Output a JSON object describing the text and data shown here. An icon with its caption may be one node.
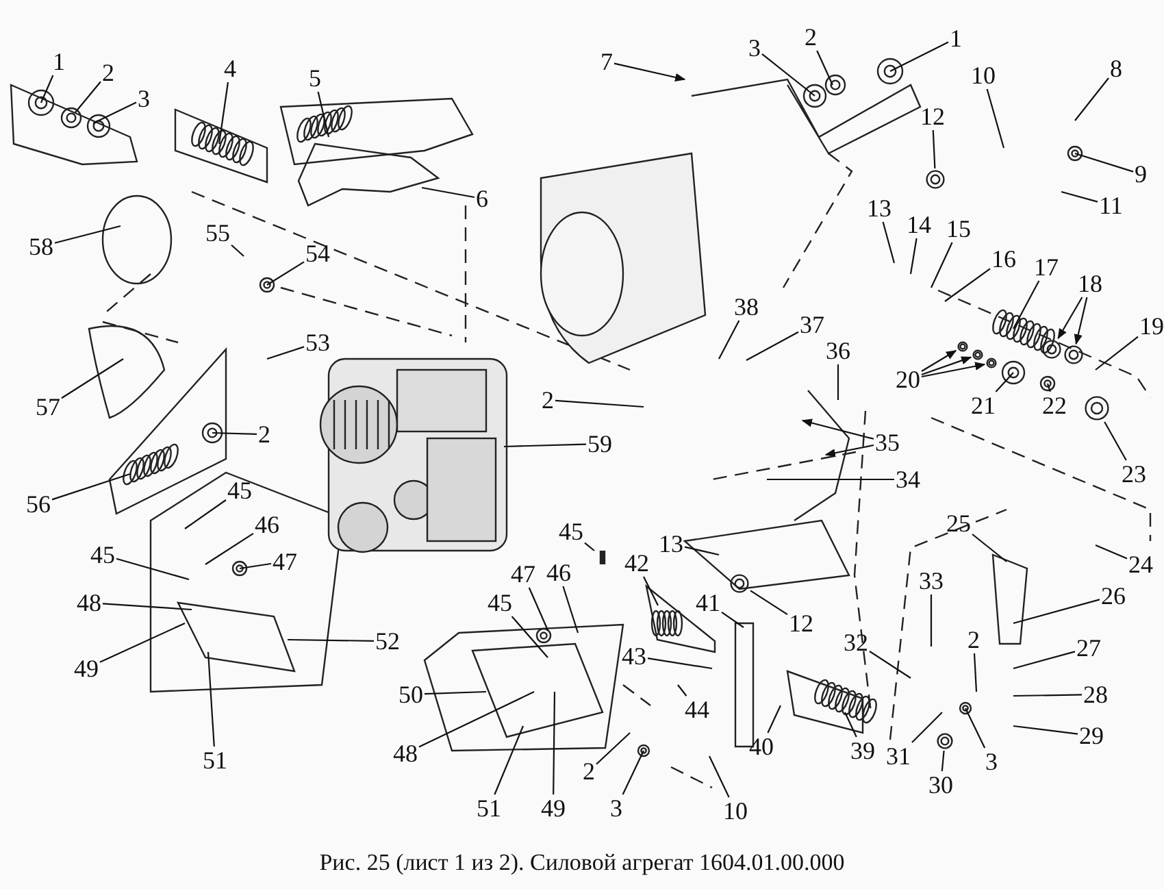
{
  "diagram": {
    "caption": "Рис. 25 (лист 1 из 2). Силовой агрегат 1604.01.00.000",
    "nodes": [
      {
        "text": [
          "1"
        ]
      },
      {
        "text": [
          "2"
        ]
      },
      {
        "text": [
          "3"
        ]
      },
      {
        "text": [
          "4"
        ]
      },
      {
        "text": [
          "5"
        ]
      },
      {
        "text": [
          "6"
        ]
      },
      {
        "text": [
          "7"
        ]
      },
      {
        "text": [
          "3"
        ]
      },
      {
        "text": [
          "2"
        ]
      },
      {
        "text": [
          "1"
        ]
      },
      {
        "text": [
          "10"
        ]
      },
      {
        "text": [
          "8"
        ]
      },
      {
        "text": [
          "9"
        ]
      },
      {
        "text": [
          "12"
        ]
      },
      {
        "text": [
          "11"
        ]
      },
      {
        "text": [
          "13"
        ]
      },
      {
        "text": [
          "14"
        ]
      },
      {
        "text": [
          "15"
        ]
      },
      {
        "text": [
          "16"
        ]
      },
      {
        "text": [
          "17"
        ]
      },
      {
        "text": [
          "18"
        ]
      },
      {
        "text": [
          "19"
        ]
      },
      {
        "text": [
          "20"
        ]
      },
      {
        "text": [
          "21"
        ]
      },
      {
        "text": [
          "22"
        ]
      },
      {
        "text": [
          "23"
        ]
      },
      {
        "text": [
          "58"
        ]
      },
      {
        "text": [
          "55"
        ]
      },
      {
        "text": [
          "54"
        ]
      },
      {
        "text": [
          "38"
        ]
      },
      {
        "text": [
          "37"
        ]
      },
      {
        "text": [
          "36"
        ]
      },
      {
        "text": [
          "53"
        ]
      },
      {
        "text": [
          "2"
        ]
      },
      {
        "text": [
          "35"
        ]
      },
      {
        "text": [
          "57"
        ]
      },
      {
        "text": [
          "2"
        ]
      },
      {
        "text": [
          "59"
        ]
      },
      {
        "text": [
          "34"
        ]
      },
      {
        "text": [
          "56"
        ]
      },
      {
        "text": [
          "45"
        ]
      },
      {
        "text": [
          "46"
        ]
      },
      {
        "text": [
          "47"
        ]
      },
      {
        "text": [
          "45"
        ]
      },
      {
        "text": [
          "48"
        ]
      },
      {
        "text": [
          "49"
        ]
      },
      {
        "text": [
          "52"
        ]
      },
      {
        "text": [
          "51"
        ]
      },
      {
        "text": [
          "25"
        ]
      },
      {
        "text": [
          "45"
        ]
      },
      {
        "text": [
          "13"
        ]
      },
      {
        "text": [
          "42"
        ]
      },
      {
        "text": [
          "24"
        ]
      },
      {
        "text": [
          "47"
        ]
      },
      {
        "text": [
          "46"
        ]
      },
      {
        "text": [
          "45"
        ]
      },
      {
        "text": [
          "12"
        ]
      },
      {
        "text": [
          "41"
        ]
      },
      {
        "text": [
          "26"
        ]
      },
      {
        "text": [
          "33"
        ]
      },
      {
        "text": [
          "32"
        ]
      },
      {
        "text": [
          "2"
        ]
      },
      {
        "text": [
          "27"
        ]
      },
      {
        "text": [
          "43"
        ]
      },
      {
        "text": [
          "50"
        ]
      },
      {
        "text": [
          "44"
        ]
      },
      {
        "text": [
          "28"
        ]
      },
      {
        "text": [
          "40"
        ]
      },
      {
        "text": [
          "39"
        ]
      },
      {
        "text": [
          "31"
        ]
      },
      {
        "text": [
          "3"
        ]
      },
      {
        "text": [
          "29"
        ]
      },
      {
        "text": [
          "48"
        ]
      },
      {
        "text": [
          "2"
        ]
      },
      {
        "text": [
          "30"
        ]
      },
      {
        "text": [
          "51"
        ]
      },
      {
        "text": [
          "49"
        ]
      },
      {
        "text": [
          "3"
        ]
      },
      {
        "text": [
          "10"
        ]
      },
      {
        "text": [],
        "shape": "circle"
      },
      {
        "text": [],
        "shape": "circle"
      },
      {
        "text": [],
        "shape": "circle"
      },
      {
        "text": [],
        "shape": "circle"
      },
      {
        "text": [],
        "shape": "circle"
      },
      {
        "text": [],
        "shape": "circle"
      },
      {
        "text": [],
        "shape": "circle"
      },
      {
        "text": [],
        "shape": "bar"
      },
      {
        "text": [],
        "shape": "spring"
      },
      {
        "text": [],
        "shape": "circle"
      },
      {
        "text": [],
        "shape": "circle"
      }
    ],
    "edges": [
      {
        "from": 0,
        "to": null,
        "arrow": "none"
      },
      {
        "from": 1,
        "to": null,
        "arrow": "none"
      },
      {
        "from": 2,
        "to": null,
        "arrow": "none"
      },
      {
        "from": 3,
        "to": null,
        "arrow": "none"
      },
      {
        "from": 4,
        "to": null,
        "arrow": "none"
      },
      {
        "from": 5,
        "to": null,
        "arrow": "none"
      },
      {
        "from": 6,
        "to": null,
        "arrow": "to"
      },
      {
        "from": 7,
        "to": null,
        "arrow": "none"
      },
      {
        "from": 8,
        "to": null,
        "arrow": "none"
      },
      {
        "from": 9,
        "to": null,
        "arrow": "none"
      },
      {
        "from": 10,
        "to": null,
        "arrow": "none"
      },
      {
        "from": 11,
        "to": null,
        "arrow": "none"
      },
      {
        "from": 12,
        "to": null,
        "arrow": "none"
      },
      {
        "from": 13,
        "to": 79,
        "arrow": "none"
      },
      {
        "from": 14,
        "to": null,
        "arrow": "none"
      },
      {
        "from": 15,
        "to": null,
        "arrow": "none"
      },
      {
        "from": 16,
        "to": null,
        "arrow": "none"
      },
      {
        "from": 17,
        "to": null,
        "arrow": "none"
      },
      {
        "from": 18,
        "to": null,
        "arrow": "none"
      },
      {
        "from": 19,
        "to": null,
        "arrow": "none"
      },
      {
        "from": 20,
        "to": 80,
        "arrow": "to"
      },
      {
        "from": 20,
        "to": 81,
        "arrow": "to"
      },
      {
        "from": 21,
        "to": null,
        "arrow": "none"
      },
      {
        "from": 22,
        "to": 82,
        "arrow": "to"
      },
      {
        "from": 22,
        "to": 83,
        "arrow": "to"
      },
      {
        "from": 22,
        "to": 84,
        "arrow": "to"
      },
      {
        "from": 23,
        "to": null,
        "arrow": "none"
      },
      {
        "from": 24,
        "to": null,
        "arrow": "none"
      },
      {
        "from": 25,
        "to": 85,
        "arrow": "none"
      },
      {
        "from": 26,
        "to": null,
        "arrow": "none"
      },
      {
        "from": 27,
        "to": null,
        "arrow": "none"
      },
      {
        "from": 28,
        "to": null,
        "arrow": "none"
      },
      {
        "from": 29,
        "to": null,
        "arrow": "none"
      },
      {
        "from": 30,
        "to": null,
        "arrow": "none"
      },
      {
        "from": 31,
        "to": null,
        "arrow": "none"
      },
      {
        "from": 32,
        "to": null,
        "arrow": "none"
      },
      {
        "from": 33,
        "to": null,
        "arrow": "none"
      },
      {
        "from": 34,
        "to": null,
        "arrow": "to"
      },
      {
        "from": 34,
        "to": null,
        "arrow": "to"
      },
      {
        "from": 35,
        "to": null,
        "arrow": "none"
      },
      {
        "from": 36,
        "to": null,
        "arrow": "none"
      },
      {
        "from": 37,
        "to": null,
        "arrow": "none"
      },
      {
        "from": 38,
        "to": null,
        "arrow": "none"
      },
      {
        "from": 39,
        "to": null,
        "arrow": "none"
      },
      {
        "from": 40,
        "to": null,
        "arrow": "none"
      },
      {
        "from": 41,
        "to": null,
        "arrow": "none"
      },
      {
        "from": 42,
        "to": null,
        "arrow": "none"
      },
      {
        "from": 43,
        "to": null,
        "arrow": "none"
      },
      {
        "from": 44,
        "to": null,
        "arrow": "none"
      },
      {
        "from": 45,
        "to": null,
        "arrow": "none"
      },
      {
        "from": 46,
        "to": null,
        "arrow": "none"
      },
      {
        "from": 47,
        "to": null,
        "arrow": "none"
      },
      {
        "from": 48,
        "to": null,
        "arrow": "none"
      },
      {
        "from": 49,
        "to": 86,
        "arrow": "none"
      },
      {
        "from": 50,
        "to": null,
        "arrow": "none"
      },
      {
        "from": 51,
        "to": 87,
        "arrow": "none"
      },
      {
        "from": 52,
        "to": null,
        "arrow": "none"
      },
      {
        "from": 53,
        "to": null,
        "arrow": "none"
      },
      {
        "from": 54,
        "to": null,
        "arrow": "none"
      },
      {
        "from": 55,
        "to": null,
        "arrow": "none"
      },
      {
        "from": 56,
        "to": 88,
        "arrow": "none"
      },
      {
        "from": 57,
        "to": null,
        "arrow": "none"
      },
      {
        "from": 58,
        "to": null,
        "arrow": "none"
      },
      {
        "from": 59,
        "to": null,
        "arrow": "none"
      },
      {
        "from": 60,
        "to": null,
        "arrow": "none"
      },
      {
        "from": 61,
        "to": null,
        "arrow": "none"
      },
      {
        "from": 62,
        "to": null,
        "arrow": "none"
      },
      {
        "from": 63,
        "to": null,
        "arrow": "none"
      },
      {
        "from": 64,
        "to": null,
        "arrow": "none"
      },
      {
        "from": 65,
        "to": null,
        "arrow": "none"
      },
      {
        "from": 66,
        "to": null,
        "arrow": "none"
      },
      {
        "from": 67,
        "to": null,
        "arrow": "none"
      },
      {
        "from": 68,
        "to": null,
        "arrow": "none"
      },
      {
        "from": 69,
        "to": null,
        "arrow": "none"
      },
      {
        "from": 70,
        "to": null,
        "arrow": "none"
      },
      {
        "from": 71,
        "to": null,
        "arrow": "none"
      },
      {
        "from": 72,
        "to": null,
        "arrow": "none"
      },
      {
        "from": 73,
        "to": null,
        "arrow": "none"
      },
      {
        "from": 74,
        "to": 89,
        "arrow": "none"
      },
      {
        "from": 75,
        "to": null,
        "arrow": "none"
      },
      {
        "from": 76,
        "to": null,
        "arrow": "none"
      },
      {
        "from": 77,
        "to": null,
        "arrow": "none"
      },
      {
        "from": 78,
        "to": null,
        "arrow": "none"
      }
    ]
  }
}
